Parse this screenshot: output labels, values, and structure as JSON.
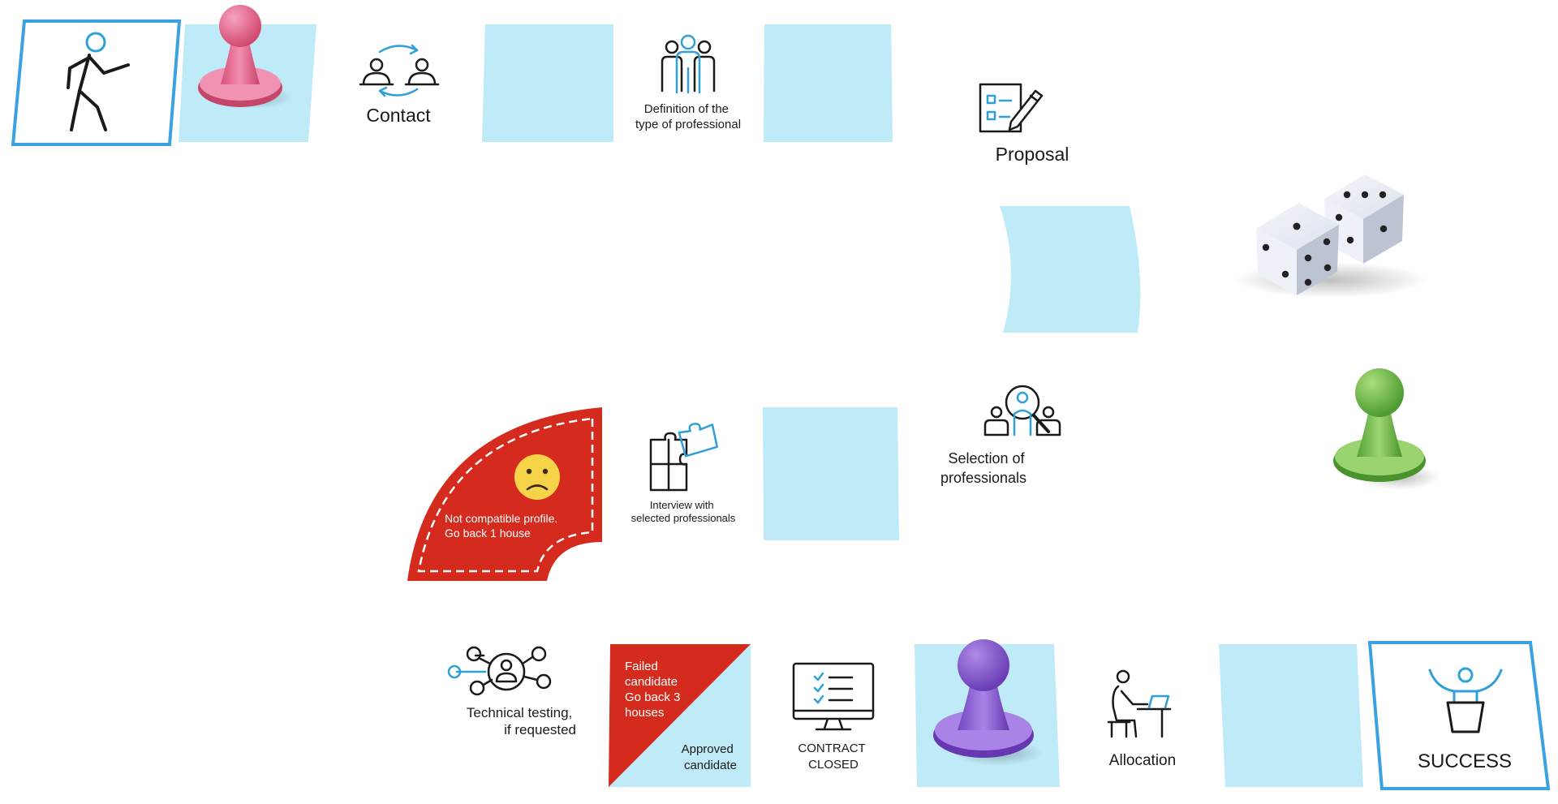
{
  "colors": {
    "tile": "#bfeaf8",
    "frame": "#3aa2e0",
    "danger": "#d52b1e",
    "icon_dark": "#1a1a1a",
    "icon_blue": "#2fa0d8",
    "pawn_pink": "#e56a92",
    "pawn_green": "#66b845",
    "pawn_purple": "#8a5bd0",
    "emoji": "#f7d34a"
  },
  "icons": {
    "start": "walking-person-icon",
    "contact": "contact-exchange-icon",
    "definition": "professionals-group-icon",
    "proposal": "proposal-checklist-icon",
    "selection": "search-person-icon",
    "interview": "puzzle-icon",
    "testing": "network-person-icon",
    "contract": "monitor-checklist-icon",
    "allocation": "person-at-desk-icon",
    "success": "winner-podium-icon",
    "sad": "sad-face-icon"
  },
  "steps": {
    "contact": "Contact",
    "definition": [
      "Definition of the",
      "type of professional"
    ],
    "proposal": "Proposal",
    "selection": [
      "Selection of",
      "professionals"
    ],
    "interview": [
      "Interview with",
      "selected professionals"
    ],
    "penalty_1": [
      "Not compatible profile.",
      "Go back 1 house"
    ],
    "technical": [
      "Technical testing,",
      "if requested"
    ],
    "failed": [
      "Failed",
      "candidate",
      "Go back 3",
      "houses"
    ],
    "approved": [
      "Approved",
      "candidate"
    ],
    "contract": [
      "CONTRACT",
      "CLOSED"
    ],
    "allocation": "Allocation",
    "success": "SUCCESS"
  }
}
